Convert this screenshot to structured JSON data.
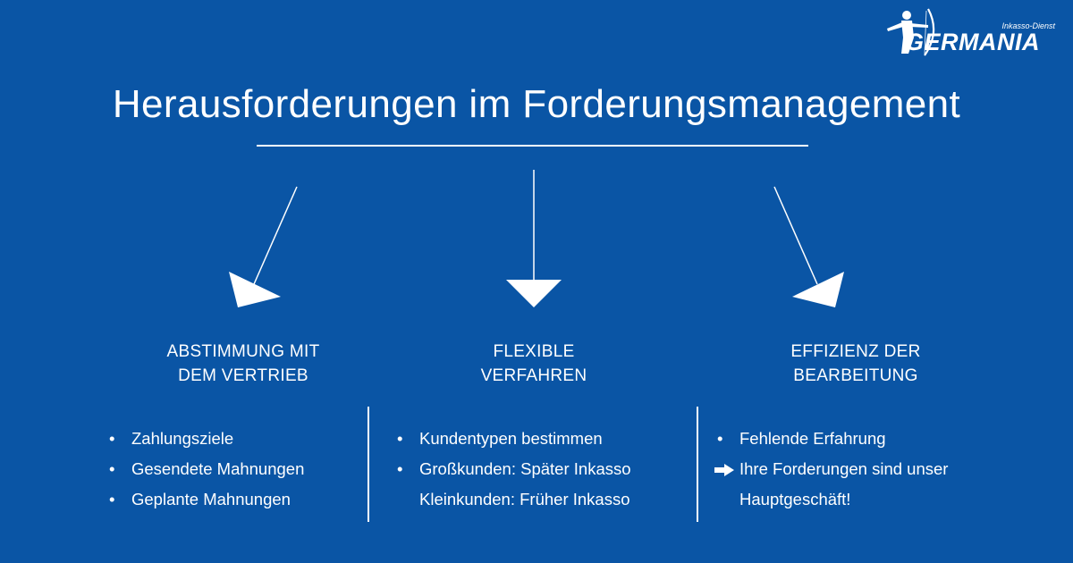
{
  "logo": {
    "subtitle": "Inkasso-Dienst",
    "wordmark": "GERMANIA"
  },
  "title": "Herausforderungen im Forderungsmanagement",
  "columns": [
    {
      "heading_line1": "ABSTIMMUNG MIT",
      "heading_line2": "DEM VERTRIEB",
      "items": [
        "Zahlungsziele",
        "Gesendete Mahnungen",
        "Geplante Mahnungen"
      ]
    },
    {
      "heading_line1": "FLEXIBLE",
      "heading_line2": "VERFAHREN",
      "items": [
        "Kundentypen bestimmen",
        "Großkunden: Später Inkasso",
        "Kleinkunden: Früher Inkasso"
      ]
    },
    {
      "heading_line1": "EFFIZIENZ DER",
      "heading_line2": "BEARBEITUNG",
      "items": [
        "Fehlende Erfahrung",
        "Ihre Forderungen sind unser",
        "Hauptgeschäft!"
      ]
    }
  ],
  "colors": {
    "background": "#0a55a5",
    "foreground": "#ffffff"
  }
}
